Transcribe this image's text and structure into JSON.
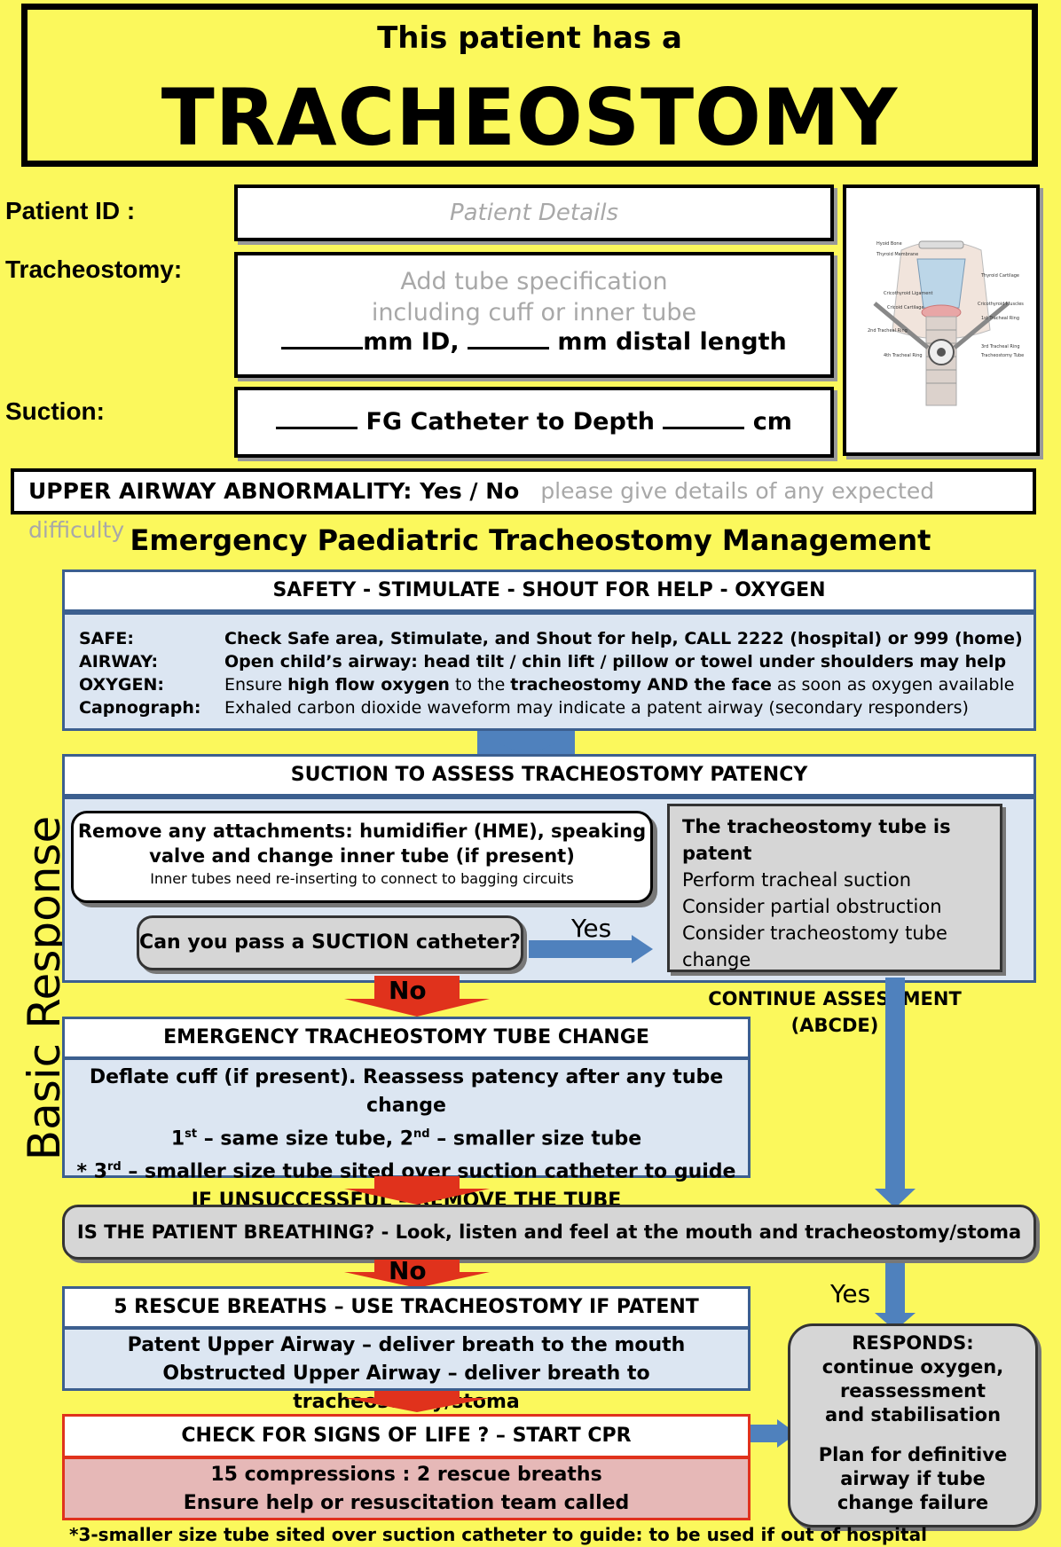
{
  "title": {
    "line1": "This patient has a",
    "line2": "TRACHEOSTOMY"
  },
  "patient": {
    "id_label": "Patient ID :",
    "id_placeholder": "Patient  Details",
    "trach_label": "Tracheostomy:",
    "trach_hint1": "Add tube specification",
    "trach_hint2": "including cuff or inner tube",
    "trach_fill_a": "mm ID,",
    "trach_fill_b": "mm distal length",
    "suction_label": "Suction:",
    "suction_fill_a": "FG Catheter to Depth",
    "suction_fill_b": "cm"
  },
  "diagram": {
    "labels": [
      "Hyoid Bone",
      "Thyroid Membrane",
      "Thyroid Cartilage",
      "Cricothyroid Ligament",
      "Cricoid Cartilage",
      "Cricothyroid Muscles",
      "1st Tracheal Ring",
      "2nd Tracheal Ring",
      "3rd Tracheal Ring",
      "4th Tracheal Ring",
      "Tracheostomy Tube"
    ]
  },
  "upper_airway": {
    "label": "UPPER AIRWAY ABNORMALITY: Yes / No",
    "hint": "please give details of any expected difficulty"
  },
  "management_title": "Emergency Paediatric Tracheostomy Management",
  "side_label": "Basic Response",
  "safety": {
    "header": "SAFETY  -  STIMULATE  -  SHOUT FOR HELP  -  OXYGEN",
    "rows": [
      {
        "key": "SAFE:",
        "text": "Check Safe area, Stimulate, and Shout for help, CALL 2222 (hospital) or 999 (home)"
      },
      {
        "key": "AIRWAY:",
        "text": "Open child’s airway: head tilt / chin lift / pillow or towel under shoulders may help"
      },
      {
        "key": "OXYGEN:",
        "t1": "Ensure ",
        "t2": "high flow oxygen",
        "t3": " to the ",
        "t4": "tracheostomy AND the face",
        "t5": " as soon as oxygen available"
      },
      {
        "key": "Capnograph:",
        "text": "Exhaled carbon dioxide waveform may indicate a patent airway (secondary responders)"
      }
    ]
  },
  "suction": {
    "header": "SUCTION TO ASSESS TRACHEOSTOMY PATENCY",
    "remove_line1": "Remove any attachments: humidifier (HME), speaking",
    "remove_line2": "valve and change inner tube (if present)",
    "remove_note": "Inner tubes need re-inserting to connect to bagging circuits",
    "question": "Can you pass a SUCTION catheter?",
    "yes": "Yes",
    "no": "No",
    "patent_title": "The tracheostomy tube is patent",
    "patent_items": [
      "Perform tracheal suction",
      "Consider partial obstruction",
      "Consider tracheostomy tube change"
    ],
    "continue": "CONTINUE ASSESSMENT (ABCDE)"
  },
  "tube_change": {
    "header": "EMERGENCY TRACHEOSTOMY TUBE CHANGE",
    "line1": "Deflate cuff (if present). Reassess patency after any tube change",
    "l2a": "1",
    "l2b": "st",
    "l2c": " – same size tube, 2",
    "l2d": "nd",
    "l2e": " – smaller size tube",
    "l3a": "* 3",
    "l3b": "rd",
    "l3c": " – smaller size tube sited over suction catheter to guide",
    "line4": "IF UNSUCCESSFUL – REMOVE THE TUBE"
  },
  "breathing": {
    "text": "IS THE PATIENT BREATHING? - Look, listen and feel at the mouth and tracheostomy/stoma",
    "no": "No",
    "yes": "Yes"
  },
  "rescue": {
    "header": "5 RESCUE BREATHS – USE TRACHEOSTOMY IF PATENT",
    "line1": "Patent Upper Airway – deliver breath to the mouth",
    "line2": "Obstructed Upper Airway – deliver breath to tracheostomy/stoma"
  },
  "cpr": {
    "header": "CHECK FOR SIGNS OF LIFE ? – START CPR",
    "line1": "15 compressions : 2 rescue breaths",
    "line2": "Ensure help or resuscitation team called"
  },
  "responds": {
    "lines": [
      "RESPONDS:",
      "continue oxygen,",
      "reassessment",
      "and stabilisation"
    ],
    "plan": [
      "Plan for definitive",
      "airway if tube",
      "change failure"
    ]
  },
  "footnote": "*3-smaller size tube sited over suction catheter to guide: to be used if out of hospital",
  "colors": {
    "background": "#fbf85c",
    "box_blue": "#dce6f2",
    "border_blue": "#3c5f8f",
    "arrow_red": "#e0321c",
    "arrow_blue": "#4f81bd",
    "cpr_pink": "#e6b8b7"
  }
}
